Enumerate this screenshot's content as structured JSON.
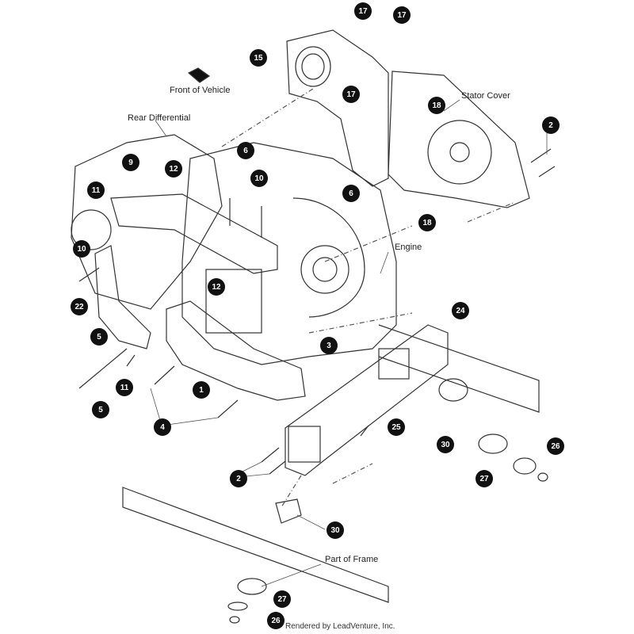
{
  "labels": {
    "front_of_vehicle": "Front of Vehicle",
    "rear_differential": "Rear Differential",
    "stator_cover": "Stator Cover",
    "engine": "Engine",
    "part_of_frame": "Part of Frame"
  },
  "footer": {
    "credit": "Rendered by LeadVenture, Inc."
  },
  "callouts": [
    "17",
    "17",
    "15",
    "17",
    "18",
    "2",
    "12",
    "6",
    "9",
    "10",
    "11",
    "6",
    "18",
    "10",
    "12",
    "22",
    "5",
    "3",
    "24",
    "11",
    "1",
    "5",
    "4",
    "25",
    "30",
    "26",
    "2",
    "27",
    "30",
    "27",
    "26"
  ],
  "colors": {
    "ink": "#111111",
    "line": "#333333",
    "paper": "#ffffff"
  }
}
